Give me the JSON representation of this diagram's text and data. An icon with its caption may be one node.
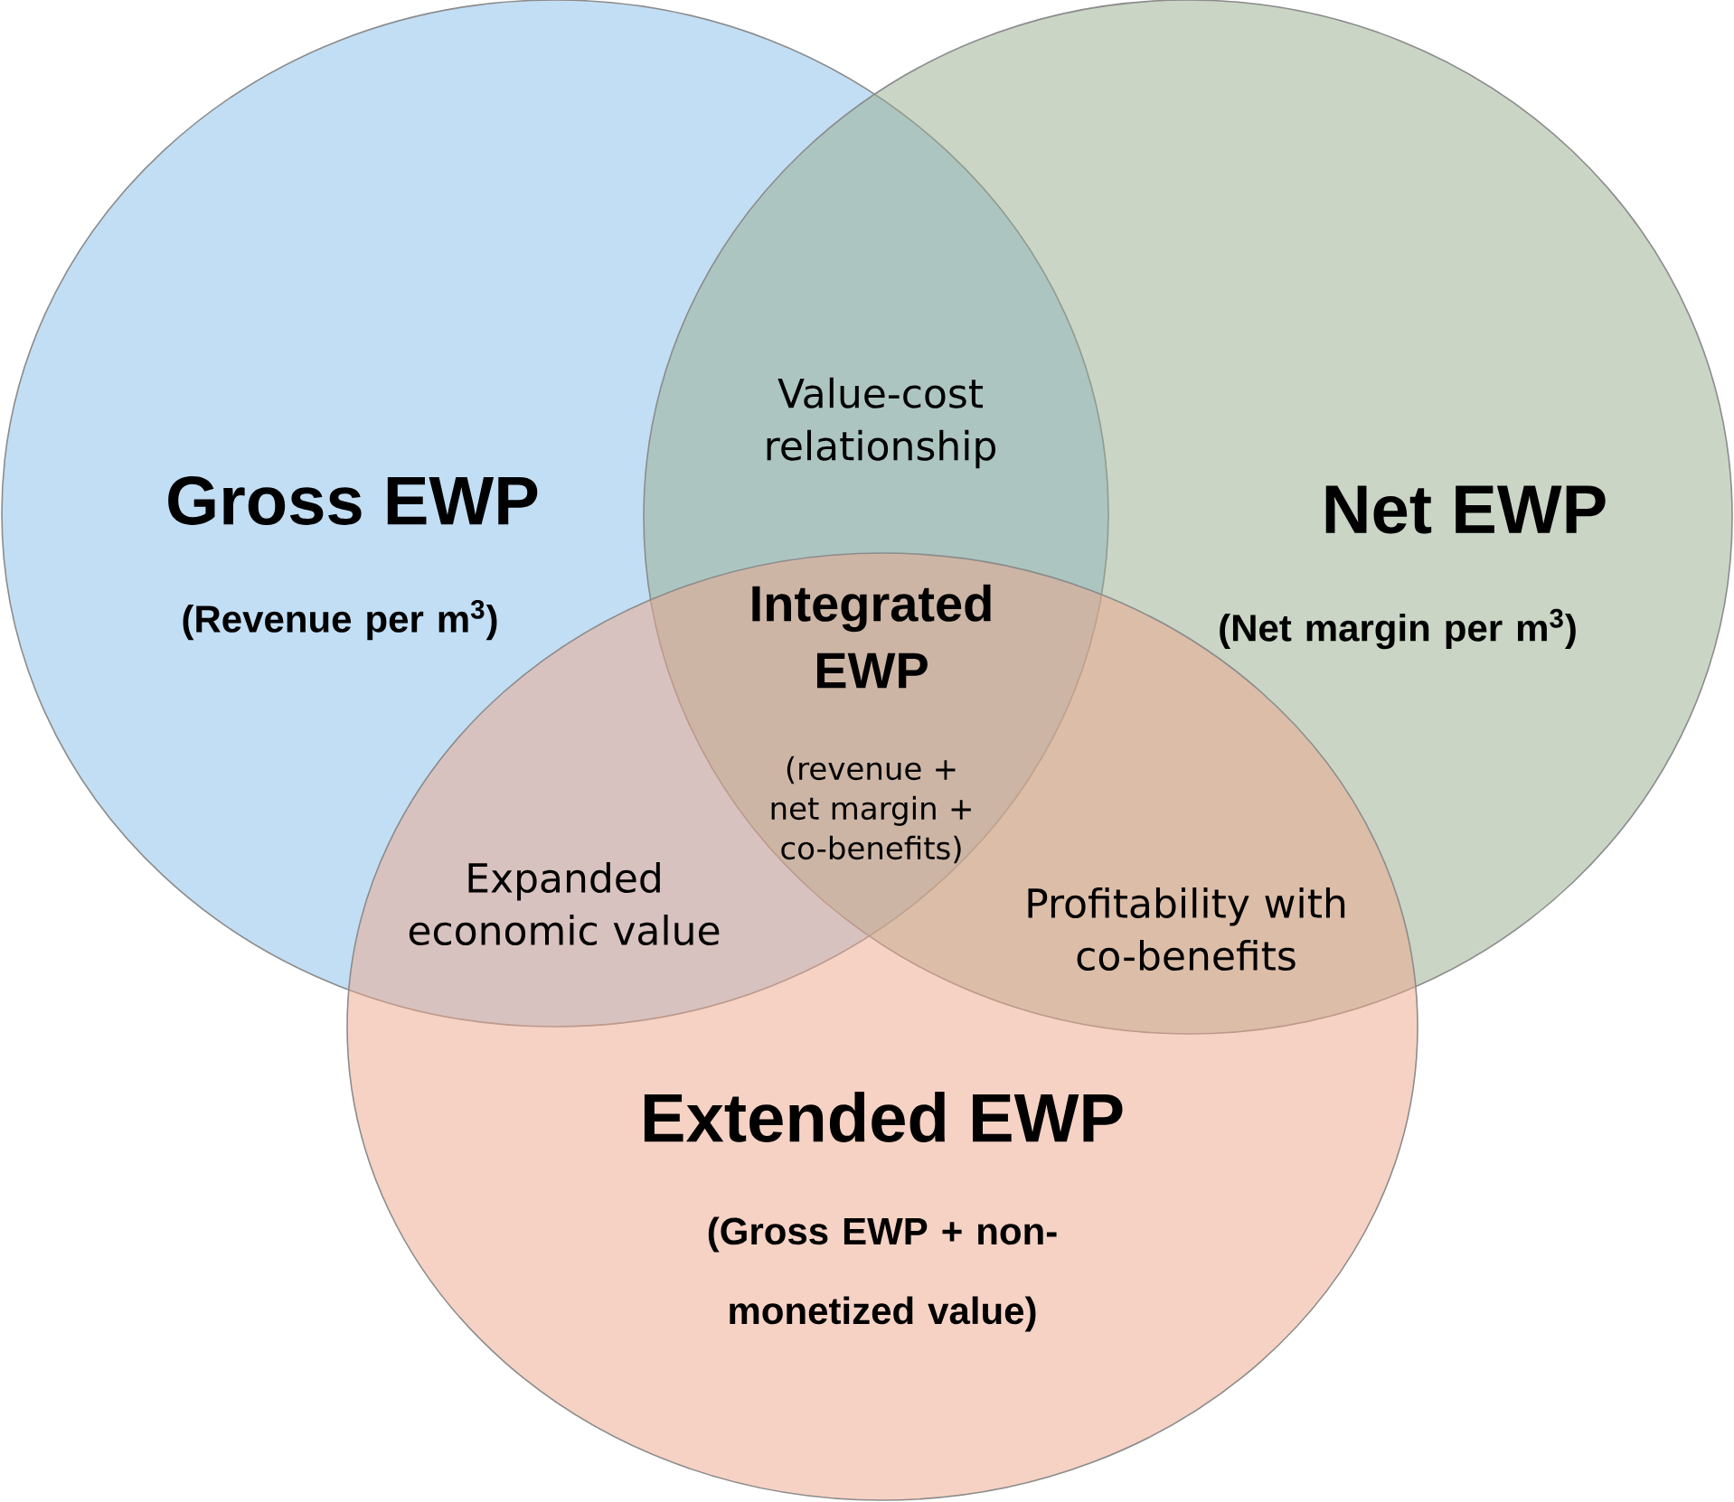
{
  "diagram": {
    "nodes": [
      {
        "text": [
          "Gross EWP",
          "(Revenue per m$^{3}$)"
        ]
      },
      {
        "text": [
          "Net EWP",
          "(Net margin per m$^{3}$)"
        ]
      },
      {
        "text": [
          "Extended EWP",
          "(Gross EWP + non-monetized value)"
        ]
      }
    ],
    "labels": [
      "Value-cost relationship",
      "Integrated EWP",
      "(revenue + net margin + co-benefits)",
      "Expanded economic value",
      "Profitability with co-benefits"
    ]
  }
}
